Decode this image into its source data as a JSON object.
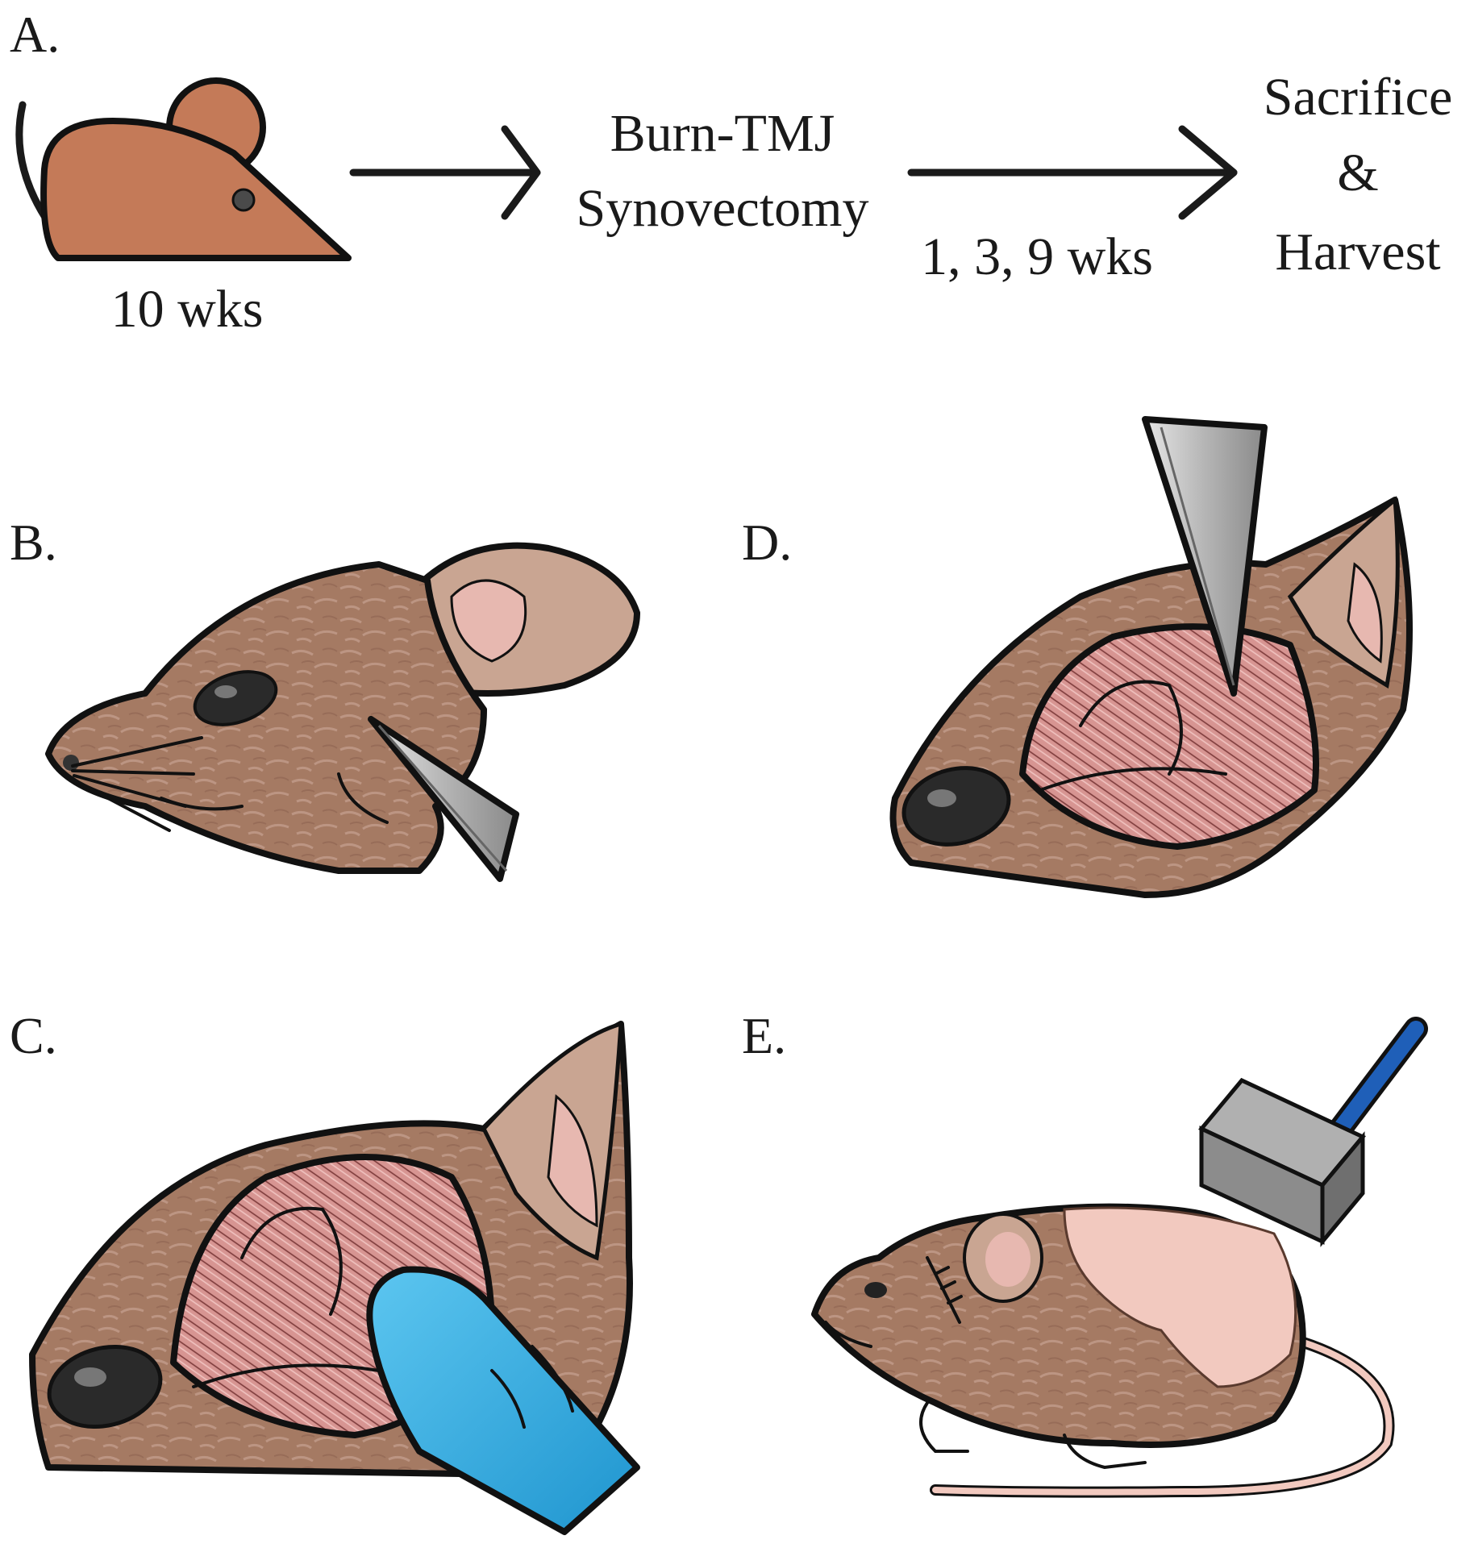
{
  "panels": {
    "a": {
      "label": "A."
    },
    "b": {
      "label": "B."
    },
    "c": {
      "label": "C."
    },
    "d": {
      "label": "D."
    },
    "e": {
      "label": "E."
    }
  },
  "flow": {
    "age": "10 wks",
    "procedure_line1": "Burn-TMJ",
    "procedure_line2": "Synovectomy",
    "interval": "1, 3, 9 wks",
    "endpoint_line1": "Sacrifice",
    "endpoint_line2": "&",
    "endpoint_line3": "Harvest"
  },
  "colors": {
    "mouse_icon": "#c47a58",
    "fur": "#a87a62",
    "fur_light": "#c9a08a",
    "muscle": "#d99a98",
    "ear_inner": "#e7b8b0",
    "blade": "#b9b9b9",
    "glove": "#36b3e6",
    "burn_block": "#8c8c8c",
    "burn_handle": "#1f5fb8",
    "skin_pink": "#f2c9bf",
    "outline": "#111111"
  },
  "icons": [
    "mouse-icon",
    "arrow-icon",
    "scalpel-icon",
    "gloved-finger-icon",
    "burn-device-icon"
  ]
}
